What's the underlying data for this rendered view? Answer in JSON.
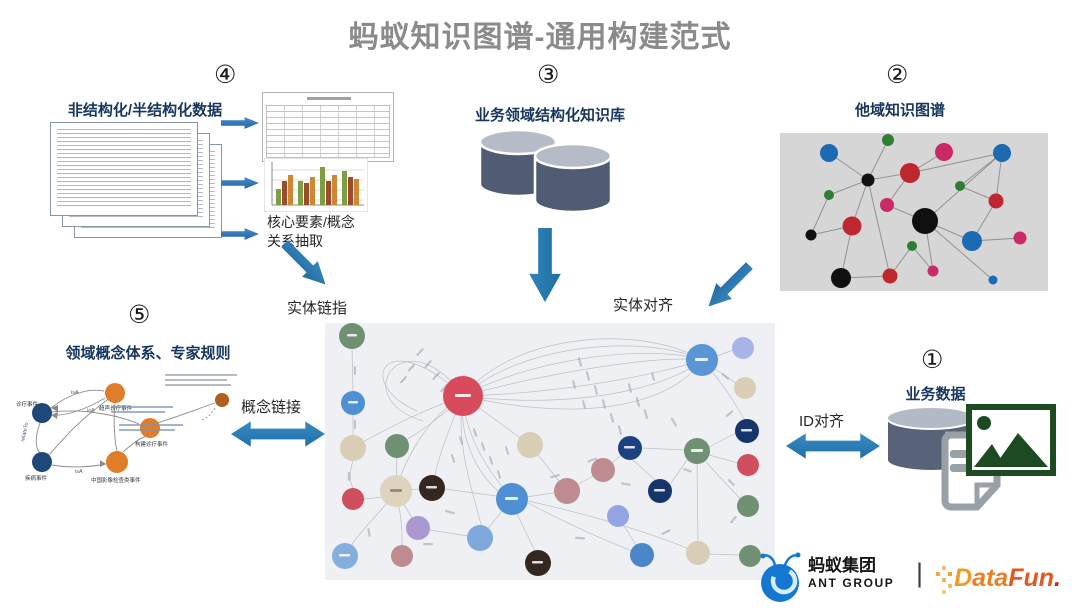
{
  "slide": {
    "title": "蚂蚁知识图谱-通用构建范式"
  },
  "steps": {
    "s1": {
      "num": "①",
      "title": "业务数据"
    },
    "s2": {
      "num": "②",
      "title": "他域知识图谱"
    },
    "s3": {
      "num": "③",
      "title": "业务领域结构化知识库"
    },
    "s4": {
      "num": "④",
      "title": "非结构化/半结构化数据"
    },
    "s5": {
      "num": "⑤",
      "title": "领域概念体系、专家规则"
    }
  },
  "labels": {
    "extract_line1": "核心要素/概念",
    "extract_line2": "关系抽取",
    "entity_linking": "实体链指",
    "entity_alignment": "实体对齐",
    "concept_linking": "概念链接",
    "id_alignment": "ID对齐"
  },
  "concept_graph": {
    "node_labels": [
      "诊疗事件",
      "疾病事件",
      "超声诊疗事件",
      "构建诊疗事件",
      "中国影像检查类事件"
    ],
    "edge_labels": [
      "isA",
      "isA",
      "isA",
      "relateTo"
    ]
  },
  "footer": {
    "ant_cn": "蚂蚁集团",
    "ant_en": "ANT GROUP",
    "divider": "|",
    "datafun_d": "D",
    "datafun_mid": "ata",
    "datafun_fun": "Fun",
    "datafun_dot": "."
  },
  "colors": {
    "title_gray": "#8b8b8b",
    "heading_navy": "#17365d",
    "arrow_blue": "#2b7cb3",
    "cylinder_body": "#505c74",
    "cylinder_top": "#b5bcc8",
    "other_kg_palette": [
      "#1c6ab2",
      "#2e7d32",
      "#bf2730",
      "#cb2a68",
      "#101010"
    ],
    "central_kg_palette": [
      "#d84b5c",
      "#4f8fd3",
      "#6f9072",
      "#d9cdb6",
      "#16356b",
      "#33271f",
      "#ab97d1",
      "#bd8b90",
      "#93a5e3"
    ],
    "concept_node_blue": "#1f4777",
    "concept_node_orange": "#df7d28",
    "datafun_orange": "#ee8a26",
    "ant_blue": "#1478d2",
    "image_icon_green": "#1e4a21"
  }
}
